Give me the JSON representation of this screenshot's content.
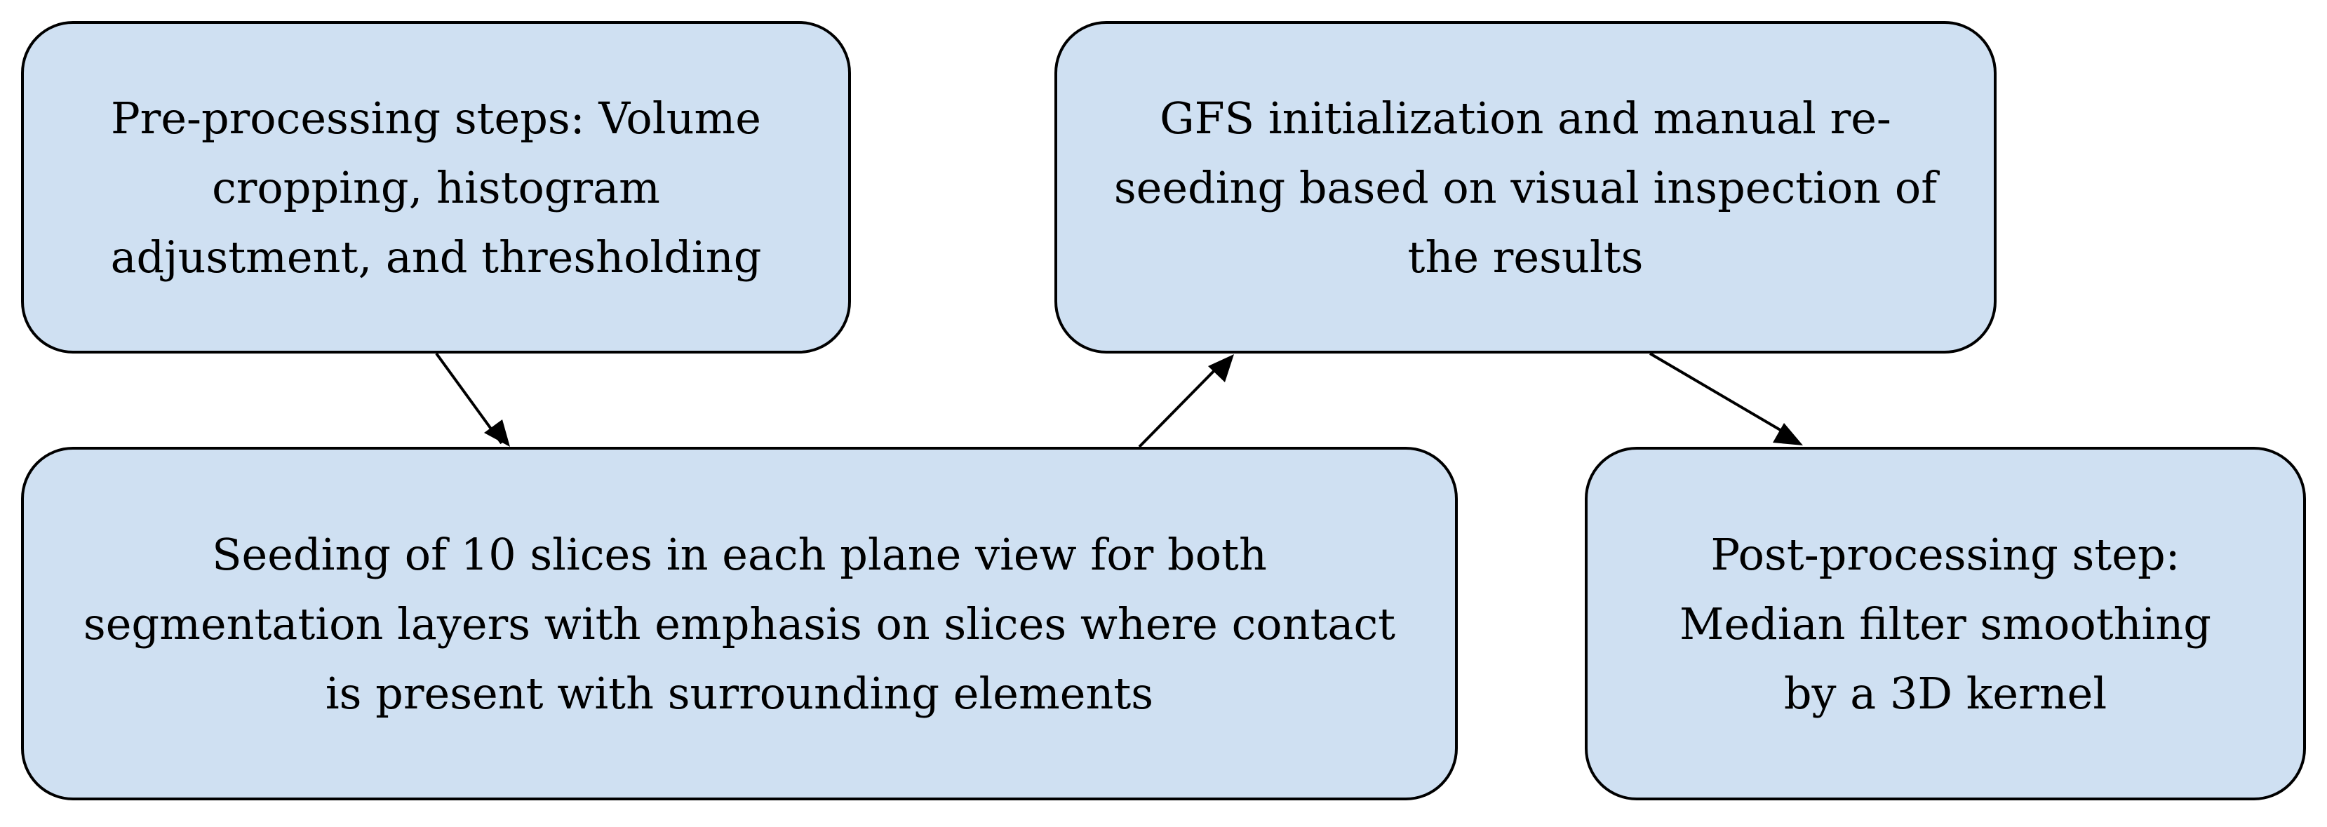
{
  "diagram": {
    "type": "flowchart",
    "colors": {
      "node_fill": "#cfe0f2",
      "node_stroke": "#000000",
      "text": "#000000",
      "arrow": "#000000"
    },
    "nodes": {
      "preprocessing": {
        "lines": [
          "Pre-processing steps: Volume",
          "cropping, histogram",
          "adjustment, and thresholding"
        ]
      },
      "gfs": {
        "lines": [
          "GFS initialization and manual re-",
          "seeding based on visual inspection of",
          "the results"
        ]
      },
      "seeding": {
        "lines": [
          "Seeding of 10 slices in each plane view for both",
          "segmentation layers with emphasis on slices where contact",
          "is present with surrounding elements"
        ]
      },
      "postprocessing": {
        "lines": [
          "Post-processing step:",
          "Median filter smoothing",
          "by a 3D kernel"
        ]
      }
    },
    "edges": [
      {
        "from": "preprocessing",
        "to": "seeding"
      },
      {
        "from": "seeding",
        "to": "gfs"
      },
      {
        "from": "gfs",
        "to": "postprocessing"
      }
    ]
  }
}
